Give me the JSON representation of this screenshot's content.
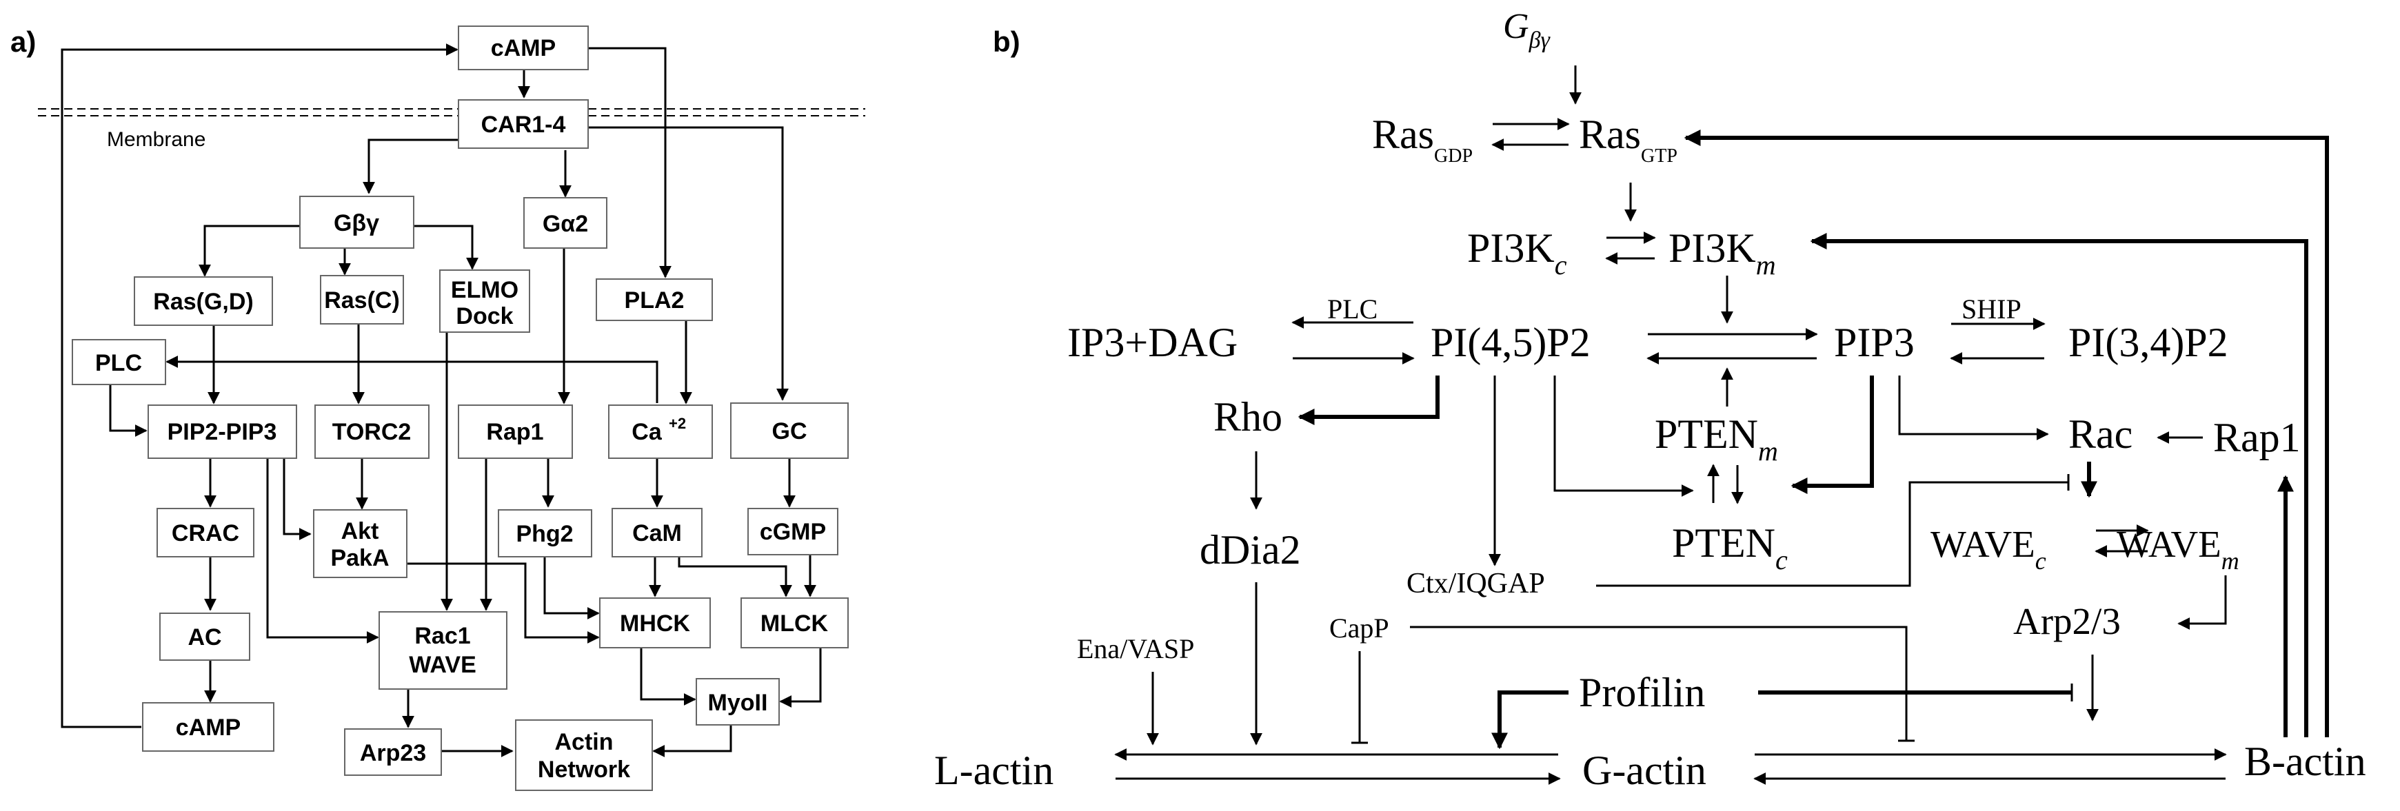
{
  "panel_a": {
    "letter": "a)",
    "membrane_label": "Membrane",
    "nodes": {
      "camp_top": "cAMP",
      "car": "CAR1-4",
      "gbg": "Gβγ",
      "ga2": "Gα2",
      "rasgd": "Ras(G,D)",
      "rasc": "Ras(C)",
      "elmo1": "ELMO",
      "elmo2": "Dock",
      "pla2": "PLA2",
      "plc": "PLC",
      "pip": "PIP2-PIP3",
      "torc": "TORC2",
      "rap1": "Rap1",
      "ca_base": "Ca",
      "ca_sup": "+2",
      "gc": "GC",
      "crac": "CRAC",
      "akt1": "Akt",
      "akt2": "PakA",
      "phg2": "Phg2",
      "cam": "CaM",
      "cgmp": "cGMP",
      "ac": "AC",
      "rac1": "Rac1",
      "rac2": "WAVE",
      "mhck": "MHCK",
      "mlck": "MLCK",
      "camp_bot": "cAMP",
      "myoii": "MyoII",
      "arp23": "Arp23",
      "actin1": "Actin",
      "actin2": "Network"
    }
  },
  "panel_b": {
    "letter": "b)",
    "gbg_base": "G",
    "gbg_sub": "βγ",
    "ras": "Ras",
    "gdp": "GDP",
    "gtp": "GTP",
    "pi3k": "PI3K",
    "sub_c": "c",
    "sub_m": "m",
    "ip3": "IP3+DAG",
    "plc": "PLC",
    "pi45": "PI(4,5)P2",
    "pip3": "PIP3",
    "ship": "SHIP",
    "pi34": "PI(3,4)P2",
    "rho": "Rho",
    "pten": "PTEN",
    "rac": "Rac",
    "rap1": "Rap1",
    "ddia2": "dDia2",
    "wave": "WAVE",
    "ctx": "Ctx/IQGAP",
    "arp": "Arp2/3",
    "ena": "Ena/VASP",
    "capp": "CapP",
    "profilin": "Profilin",
    "lactin": "L-actin",
    "gactin": "G-actin",
    "bactin": "B-actin"
  }
}
